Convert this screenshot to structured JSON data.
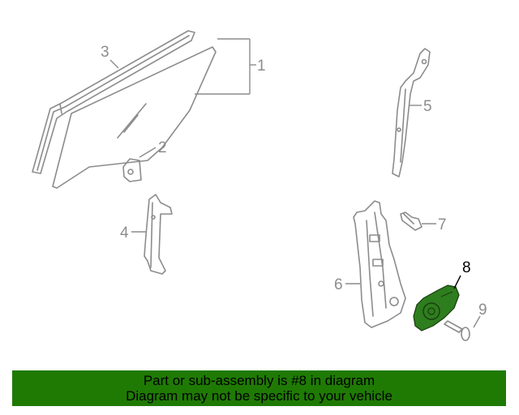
{
  "callouts": [
    {
      "id": "1",
      "label": "1"
    },
    {
      "id": "2",
      "label": "2"
    },
    {
      "id": "3",
      "label": "3"
    },
    {
      "id": "4",
      "label": "4"
    },
    {
      "id": "5",
      "label": "5"
    },
    {
      "id": "6",
      "label": "6"
    },
    {
      "id": "7",
      "label": "7"
    },
    {
      "id": "8",
      "label": "8"
    },
    {
      "id": "9",
      "label": "9"
    }
  ],
  "highlighted_part": "8",
  "colors": {
    "banner_background": "#1f7a04",
    "highlight_part": "#2e7d1e",
    "line_art": "#8c8c8c"
  },
  "banner": {
    "line1": "Part or sub-assembly is #8 in diagram",
    "line2": "Diagram may not be specific to your vehicle"
  }
}
